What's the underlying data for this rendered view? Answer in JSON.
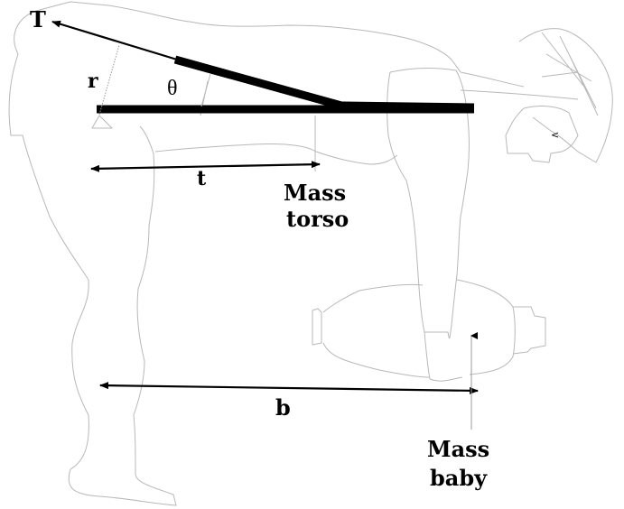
{
  "diagram": {
    "title": "Torque diagram of person bending over to lift a baby",
    "labels": {
      "tension": "T",
      "lever_arm": "r",
      "angle": "θ",
      "torso_distance": "t",
      "torso_mass_line1": "Mass",
      "torso_mass_line2": "torso",
      "baby_distance": "b",
      "baby_mass_line1": "Mass",
      "baby_mass_line2": "baby"
    },
    "colors": {
      "ink": "#000000",
      "outline": "#b8b8b8",
      "background": "#ffffff"
    }
  }
}
